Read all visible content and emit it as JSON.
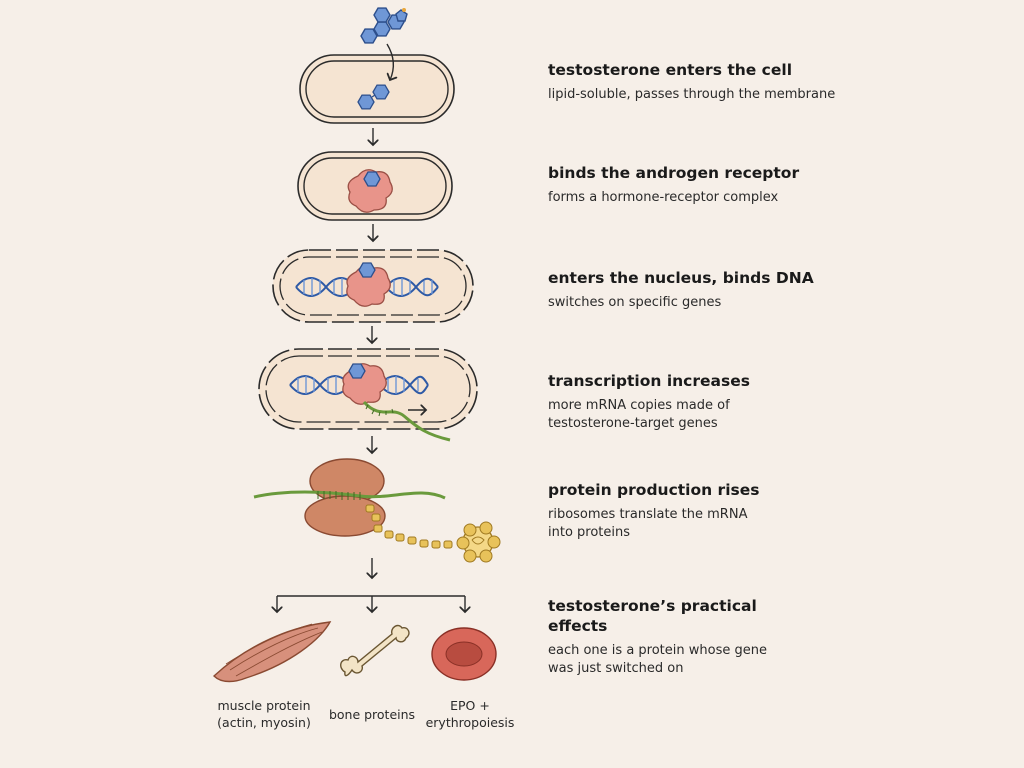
{
  "steps": [
    {
      "title": "testosterone enters the cell",
      "desc": "lipid-soluble, passes through the membrane"
    },
    {
      "title": "binds the androgen receptor",
      "desc": "forms a hormone-receptor complex"
    },
    {
      "title": "enters the nucleus, binds DNA",
      "desc": "switches on specific genes"
    },
    {
      "title": "transcription increases",
      "desc": "more mRNA copies made of testosterone-target genes"
    },
    {
      "title": "protein production rises",
      "desc": "ribosomes translate the mRNA into proteins"
    },
    {
      "title": "testosterone’s practical effects",
      "desc": "each one is a protein whose gene was just switched on"
    }
  ],
  "effects": [
    {
      "label": "muscle protein (actin, myosin)",
      "icon": "muscle-icon"
    },
    {
      "label": "bone proteins",
      "icon": "bone-icon"
    },
    {
      "label": "EPO + erythropoiesis",
      "icon": "red-blood-cell-icon"
    }
  ],
  "colors": {
    "background": "#f6efe8",
    "cell_fill": "#f5e4d2",
    "outline": "#2b2b2b",
    "hormone_blue": "#5b86c9",
    "receptor_pink": "#e8948a",
    "dna_blue": "#2e5aa6",
    "mrna_green": "#6a9a3c",
    "ribosome": "#cf8766",
    "amino_acid_gold": "#e8c25a",
    "muscle": "#d7907c",
    "bone": "#f3e4c6",
    "rbc": "#d8675a"
  }
}
